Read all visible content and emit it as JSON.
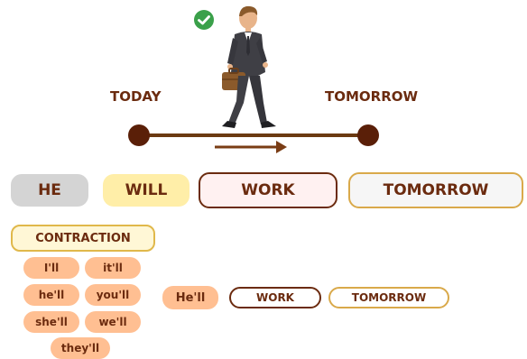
{
  "timeline": {
    "left_label": "TODAY",
    "right_label": "TOMORROW"
  },
  "sentence": {
    "subject": "HE",
    "auxiliary": "WILL",
    "verb": "WORK",
    "time": "TOMORROW"
  },
  "contraction": {
    "title": "CONTRACTION",
    "items": [
      "I'll",
      "it'll",
      "he'll",
      "you'll",
      "she'll",
      "we'll",
      "they'll"
    ]
  },
  "example": {
    "subject": "He'll",
    "verb": "WORK",
    "time": "TOMORROW"
  },
  "icons": [
    "check-icon",
    "businessman-illustration",
    "arrow-right-icon"
  ],
  "colors": {
    "brown": "#6b2b0f",
    "line": "#6b3a12",
    "dot": "#5a1f08",
    "check": "#3aa04a",
    "gray": "#d4d4d4",
    "yellow": "#ffeea8",
    "peach": "#ffbf92",
    "gold": "#d9a94a"
  }
}
